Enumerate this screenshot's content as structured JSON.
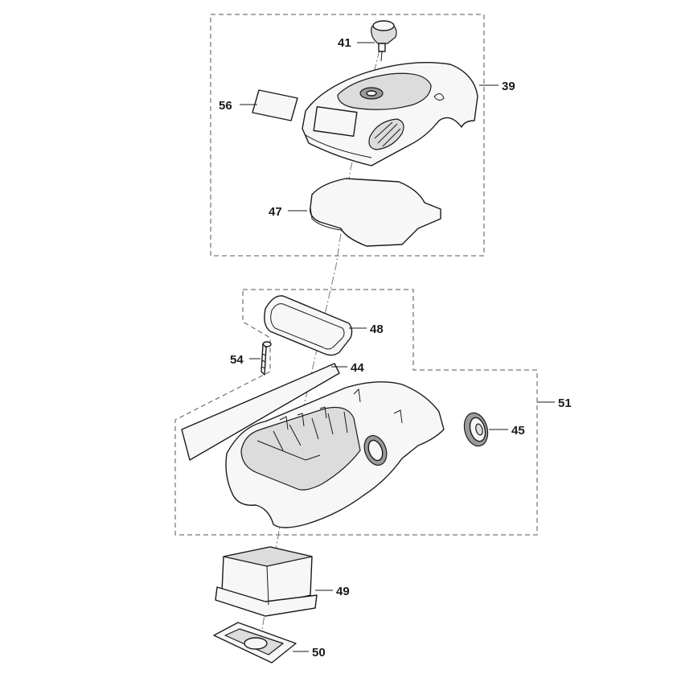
{
  "parts": [
    {
      "id": "part-41",
      "label": "41"
    },
    {
      "id": "part-39",
      "label": "39"
    },
    {
      "id": "part-56",
      "label": "56"
    },
    {
      "id": "part-47",
      "label": "47"
    },
    {
      "id": "part-48",
      "label": "48"
    },
    {
      "id": "part-54",
      "label": "54"
    },
    {
      "id": "part-44",
      "label": "44"
    },
    {
      "id": "part-51",
      "label": "51"
    },
    {
      "id": "part-45",
      "label": "45"
    },
    {
      "id": "part-49",
      "label": "49"
    },
    {
      "id": "part-50",
      "label": "50"
    }
  ],
  "colors": {
    "line": "#1a1a1a",
    "fill": "#f7f7f7",
    "shade": "#dcdcdc",
    "box": "#555555"
  }
}
